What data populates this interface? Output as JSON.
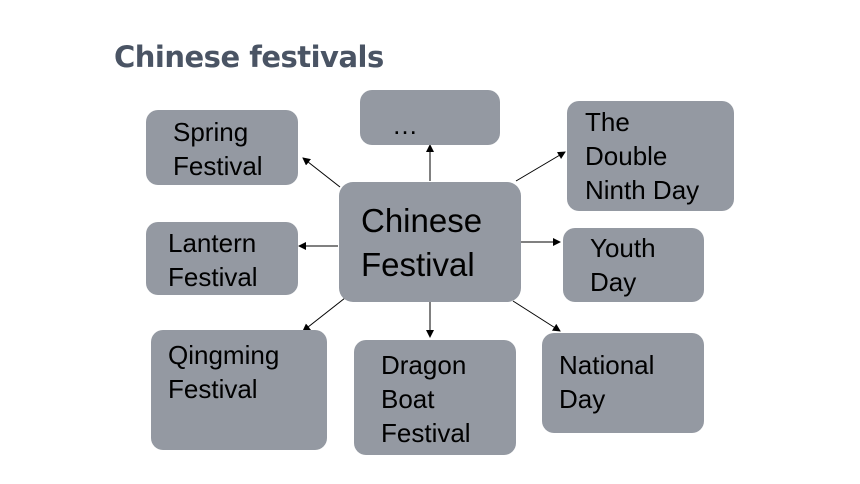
{
  "title": "Chinese festivals",
  "colors": {
    "title": "#4a5464",
    "node_fill": "#9499a2",
    "node_text": "#000000",
    "arrow": "#000000"
  },
  "center": {
    "label": "Chinese\nFestival"
  },
  "nodes": {
    "spring": "Spring\nFestival",
    "lantern": "Lantern\nFestival",
    "qingming": "Qingming\nFestival",
    "ellipsis": "…",
    "dragon_boat": "Dragon\nBoat\nFestival",
    "double_ninth": "The\nDouble\nNinth Day",
    "youth_day": "Youth\nDay",
    "national_day": "National\nDay"
  }
}
